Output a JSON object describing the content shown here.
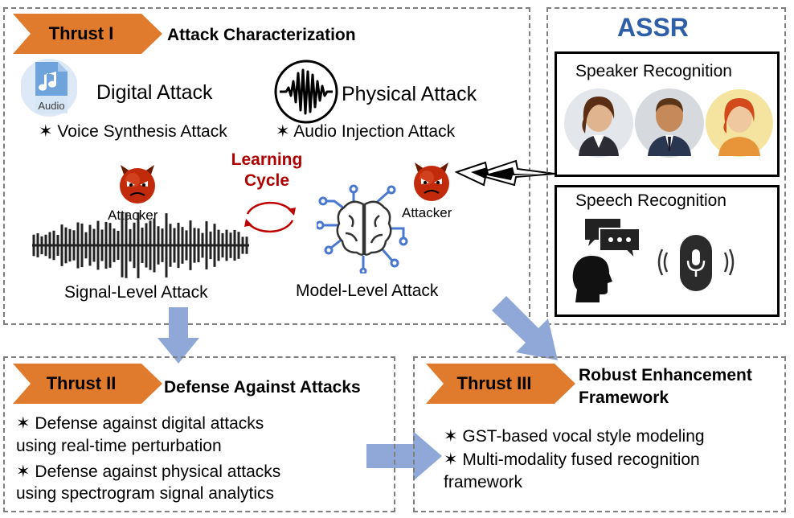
{
  "thrust1": {
    "tag": "Thrust I",
    "title": "Attack Characterization",
    "digital_attack": "Digital Attack",
    "digital_icon_label": "Audio",
    "physical_attack": "Physical Attack",
    "voice_synthesis": "✶ Voice Synthesis Attack",
    "audio_injection": "✶ Audio Injection Attack",
    "learning_cycle_1": "Learning",
    "learning_cycle_2": "Cycle",
    "attacker_left": "Attacker",
    "attacker_right": "Attacker",
    "signal_level": "Signal-Level Attack",
    "model_level": "Model-Level Attack"
  },
  "assr": {
    "title": "ASSR",
    "speaker_recognition": "Speaker Recognition",
    "speech_recognition": "Speech Recognition"
  },
  "thrust2": {
    "tag": "Thrust II",
    "title": "Defense Against Attacks",
    "item1_line1": "✶ Defense against digital attacks",
    "item1_line2": "using real-time perturbation",
    "item2_line1": "✶ Defense against physical attacks",
    "item2_line2": "using spectrogram signal analytics"
  },
  "thrust3": {
    "tag": "Thrust III",
    "title_line1": "Robust Enhancement",
    "title_line2": "Framework",
    "item1": "✶ GST-based vocal style modeling",
    "item2_line1": "✶ Multi-modality fused recognition",
    "item2_line2": "framework"
  },
  "colors": {
    "tag_orange": "#e07b2e",
    "arrow_blue": "#8fa8d8",
    "assr_blue": "#2f5fa8",
    "learning_red": "#b00000",
    "dashed_gray": "#7f7f7f"
  }
}
